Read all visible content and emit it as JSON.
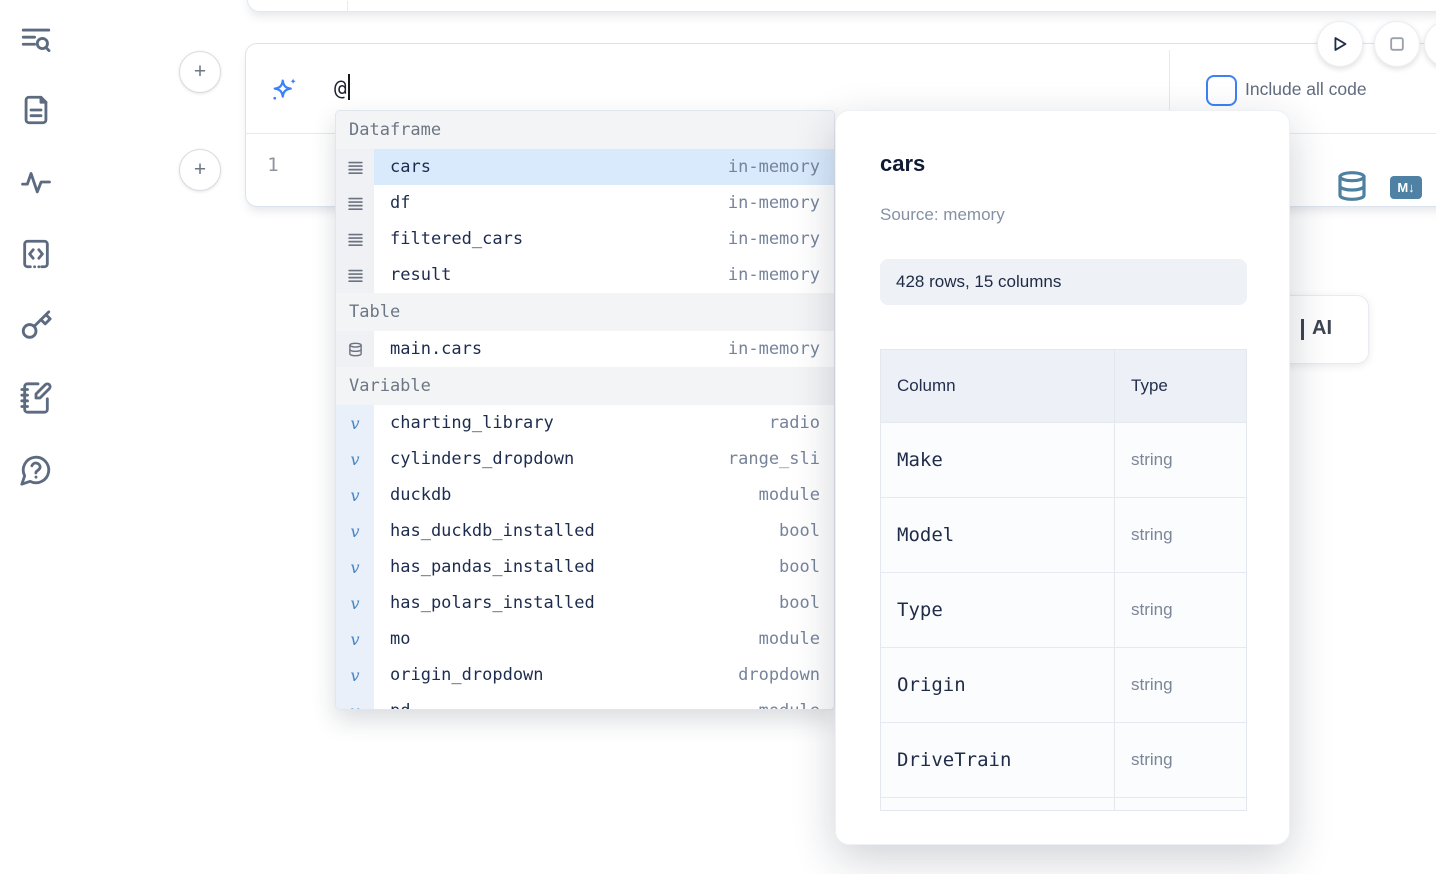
{
  "colors": {
    "accent_blue": "#3b82f6",
    "steel_blue": "#4e80a2",
    "selection_highlight": "#d9eafc",
    "section_header_bg": "#f3f4f6",
    "badge_bg": "#eef1f6"
  },
  "sidebar": {
    "items": [
      {
        "icon": "table-of-contents-search-icon"
      },
      {
        "icon": "document-icon"
      },
      {
        "icon": "activity-icon"
      },
      {
        "icon": "code-snippet-icon"
      },
      {
        "icon": "key-icon"
      },
      {
        "icon": "notebook-pen-icon"
      },
      {
        "icon": "help-chat-icon"
      }
    ]
  },
  "toolbar": {
    "run_icon": "play-icon",
    "stop_icon": "stop-icon"
  },
  "ai_prompt": {
    "value": "@",
    "sparkle_icon": "ai-sparkle-icon",
    "include_all_code_label": "Include all code",
    "checkbox_checked": false
  },
  "cell": {
    "line_number": "1",
    "datasource_icon": "database-icon",
    "markdown_badge": "M↓"
  },
  "partial_ai_button": {
    "label": "AI"
  },
  "completion": {
    "sections": [
      {
        "label": "Dataframe",
        "items": [
          {
            "icon": "dataframe-icon",
            "name": "cars",
            "meta": "in-memory",
            "selected": true
          },
          {
            "icon": "dataframe-icon",
            "name": "df",
            "meta": "in-memory",
            "selected": false
          },
          {
            "icon": "dataframe-icon",
            "name": "filtered_cars",
            "meta": "in-memory",
            "selected": false
          },
          {
            "icon": "dataframe-icon",
            "name": "result",
            "meta": "in-memory",
            "selected": false
          }
        ]
      },
      {
        "label": "Table",
        "items": [
          {
            "icon": "database-icon",
            "name": "main.cars",
            "meta": "in-memory",
            "selected": false
          }
        ]
      },
      {
        "label": "Variable",
        "items": [
          {
            "icon": "variable-icon",
            "name": "charting_library",
            "meta": "radio",
            "selected": false
          },
          {
            "icon": "variable-icon",
            "name": "cylinders_dropdown",
            "meta": "range_sli",
            "selected": false
          },
          {
            "icon": "variable-icon",
            "name": "duckdb",
            "meta": "module",
            "selected": false
          },
          {
            "icon": "variable-icon",
            "name": "has_duckdb_installed",
            "meta": "bool",
            "selected": false
          },
          {
            "icon": "variable-icon",
            "name": "has_pandas_installed",
            "meta": "bool",
            "selected": false
          },
          {
            "icon": "variable-icon",
            "name": "has_polars_installed",
            "meta": "bool",
            "selected": false
          },
          {
            "icon": "variable-icon",
            "name": "mo",
            "meta": "module",
            "selected": false
          },
          {
            "icon": "variable-icon",
            "name": "origin_dropdown",
            "meta": "dropdown",
            "selected": false
          },
          {
            "icon": "variable-icon",
            "name": "pd",
            "meta": "module",
            "selected": false,
            "partial": true
          }
        ]
      }
    ]
  },
  "popover": {
    "title": "cars",
    "source": "Source: memory",
    "shape": "428 rows, 15 columns",
    "table": {
      "headers": [
        "Column",
        "Type"
      ],
      "rows": [
        [
          "Make",
          "string"
        ],
        [
          "Model",
          "string"
        ],
        [
          "Type",
          "string"
        ],
        [
          "Origin",
          "string"
        ],
        [
          "DriveTrain",
          "string"
        ]
      ]
    }
  }
}
